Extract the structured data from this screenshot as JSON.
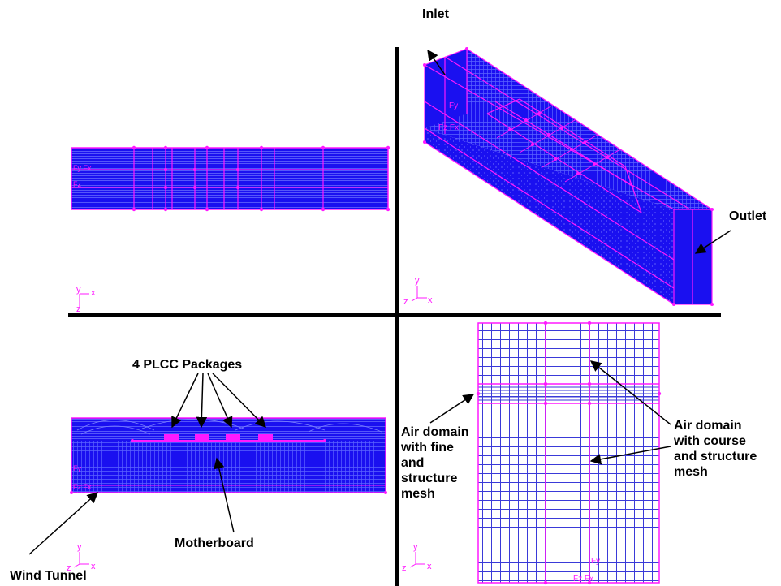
{
  "labels": {
    "inlet": "Inlet",
    "outlet": "Outlet",
    "plcc": "4 PLCC Packages",
    "motherboard": "Motherboard",
    "wind_tunnel": "Wind Tunnel",
    "fine_mesh": [
      "Air domain",
      "with fine",
      "and",
      "structure",
      "mesh"
    ],
    "course_mesh": [
      "Air domain",
      "with course",
      "and structure",
      "mesh"
    ]
  },
  "axis_triads": {
    "top_left": [
      "y",
      "x",
      "z"
    ],
    "top_right": [
      "y",
      "z",
      "x"
    ],
    "bottom_left": [
      "y",
      "z",
      "x"
    ],
    "bottom_right": [
      "y",
      "z",
      "x"
    ]
  },
  "colors": {
    "mesh_fill": "#1a10f0",
    "mesh_line": "#3c46ff",
    "edge_magenta": "#ff19ff",
    "grid_line": "#3a3ad8",
    "divider": "#000000"
  }
}
